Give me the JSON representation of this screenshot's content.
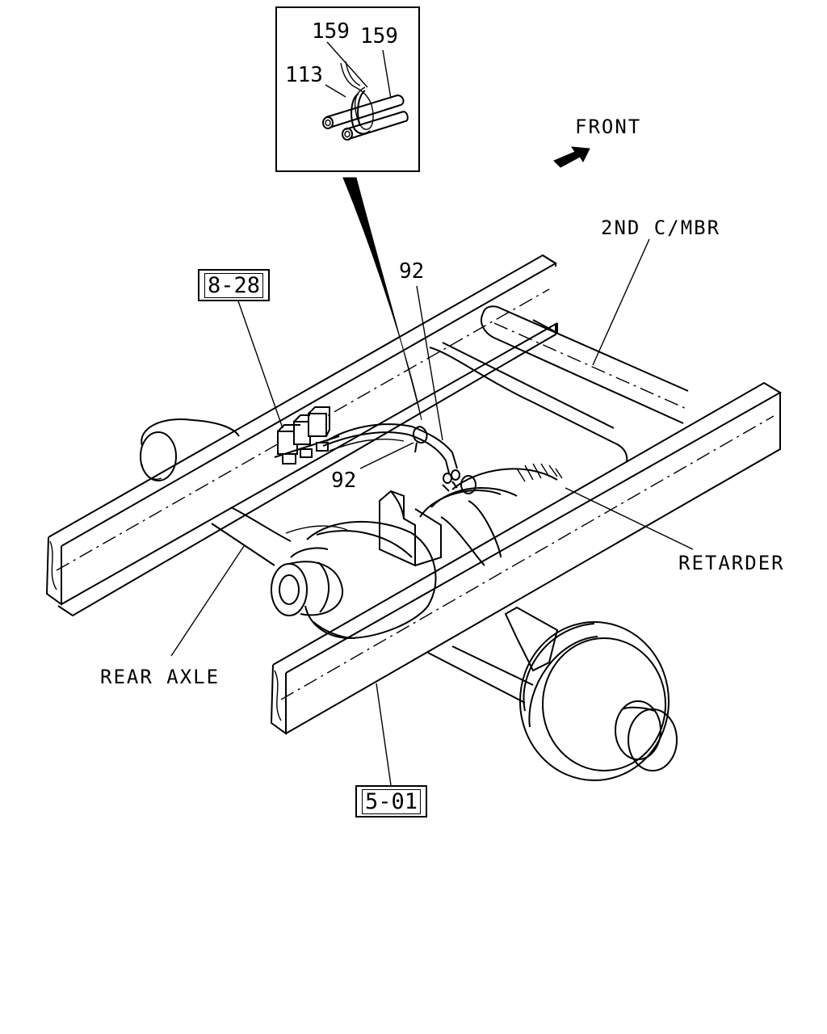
{
  "callouts": {
    "detail_159_a": "159",
    "detail_159_b": "159",
    "detail_113": "113",
    "front": "FRONT",
    "second_cross_member": "2ND C/MBR",
    "pipe_92_top": "92",
    "pipe_92_bottom": "92",
    "retarder": "RETARDER",
    "rear_axle": "REAR AXLE"
  },
  "references": {
    "ref_8_28": "8-28",
    "ref_5_01": "5-01"
  }
}
